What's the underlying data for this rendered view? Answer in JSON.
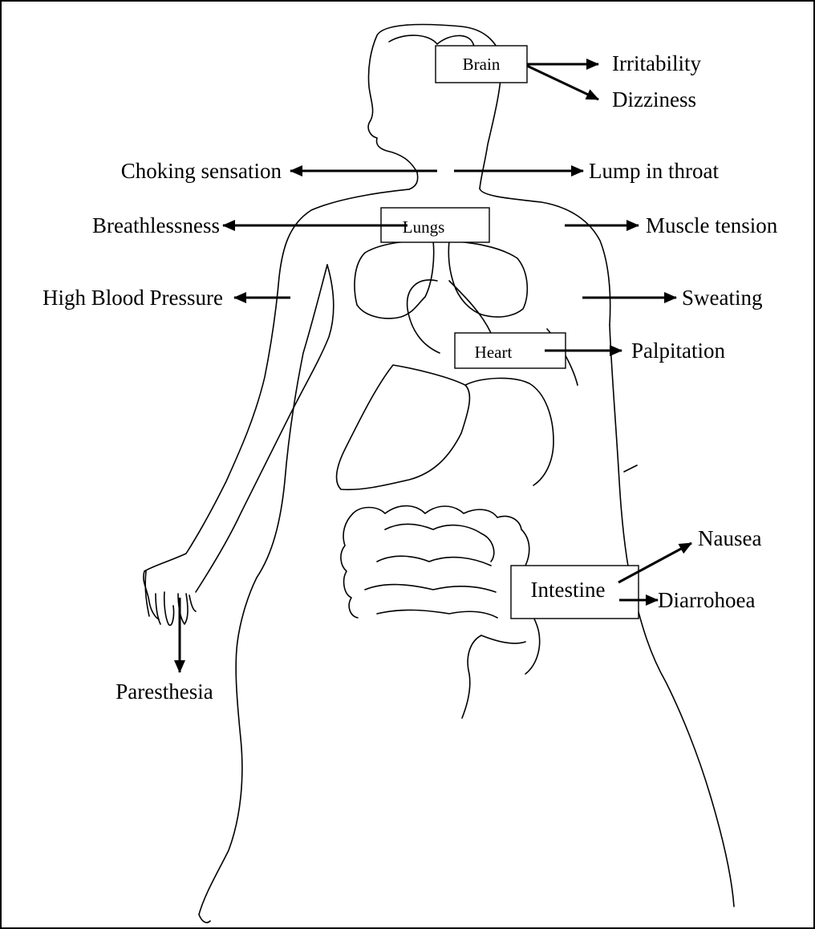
{
  "organs": {
    "brain": "Brain",
    "lungs": "Lungs",
    "heart": "Heart",
    "intestine": "Intestine"
  },
  "symptoms": {
    "irritability": "Irritability",
    "dizziness": "Dizziness",
    "choking_sensation": "Choking sensation",
    "lump_in_throat": "Lump in throat",
    "breathlessness": "Breathlessness",
    "muscle_tension": "Muscle tension",
    "high_blood_pressure": "High Blood Pressure",
    "sweating": "Sweating",
    "palpitation": "Palpitation",
    "nausea": "Nausea",
    "diarrohoea": "Diarrohoea",
    "paresthesia": "Paresthesia"
  }
}
